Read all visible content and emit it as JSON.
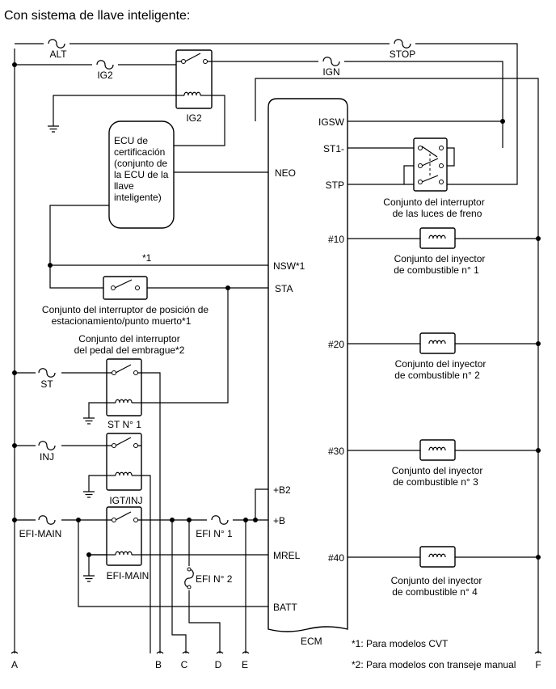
{
  "title": "Con sistema de llave inteligente:",
  "ecu_cert": [
    "ECU de",
    "certificación",
    "(conjunto de",
    "la ECU de la",
    "llave",
    "inteligente)"
  ],
  "ecm": {
    "name": "ECM",
    "left_pins": [
      "NEO",
      "NSW*1",
      "STA",
      "+B2",
      "+B",
      "MREL",
      "BATT"
    ],
    "right_pins": [
      "IGSW",
      "ST1-",
      "STP",
      "#10",
      "#20",
      "#30",
      "#40"
    ]
  },
  "fuses": {
    "alt": "ALT",
    "stop": "STOP",
    "ig2": "IG2",
    "ign": "IGN",
    "st": "ST",
    "inj": "INJ",
    "efi_main": "EFI-MAIN",
    "efi1": "EFI N° 1",
    "efi2": "EFI N° 2"
  },
  "relays": {
    "ig2": "IG2",
    "st1": "ST N° 1",
    "igt_inj": "IGT/INJ",
    "efi_main": "EFI-MAIN"
  },
  "wire_labels": {
    "nsw_note": "*1"
  },
  "components": {
    "park_switch": [
      "Conjunto del interruptor de posición de",
      "estacionamiento/punto muerto*1"
    ],
    "clutch_switch": [
      "Conjunto del interruptor",
      "del pedal del embrague*2"
    ],
    "stop_switch": [
      "Conjunto del interruptor",
      "de las luces de freno"
    ],
    "injectors": [
      [
        "Conjunto del inyector",
        "de combustible n° 1"
      ],
      [
        "Conjunto del inyector",
        "de combustible n° 2"
      ],
      [
        "Conjunto del inyector",
        "de combustible n° 3"
      ],
      [
        "Conjunto del inyector",
        "de combustible n° 4"
      ]
    ]
  },
  "terminals": [
    "A",
    "B",
    "C",
    "D",
    "E",
    "F"
  ],
  "notes": [
    "*1: Para modelos CVT",
    "*2: Para modelos con transeje manual"
  ]
}
